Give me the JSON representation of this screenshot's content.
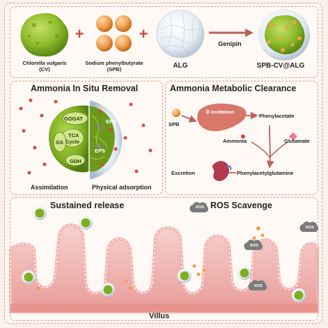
{
  "top": {
    "cv_name": "Chlorella vulgaris",
    "cv_abbr": "(CV)",
    "spb_name": "Sodium phenylbutyrate",
    "spb_abbr": "(SPB)",
    "alg": "ALG",
    "genipin": "Genipin",
    "product": "SPB-CV@ALG",
    "plus": "+"
  },
  "left_panel": {
    "title": "Ammonia In Situ Removal",
    "gogat": "GOGAT",
    "tca": "TCA",
    "cycle": "Cycle",
    "gs": "GS",
    "gdh": "GDH",
    "eps1": "EPS",
    "eps2": "EPS",
    "assimilation": "Assimilation",
    "physical": "Physical adsorption"
  },
  "right_panel": {
    "title": "Ammonia Metabolic Clearance",
    "spb": "SPB",
    "beta_oxidation": "β-oxidation",
    "phenylacetate": "Phenylacetate",
    "ammonia": "Ammonia",
    "glutamate": "Glutamate",
    "phenylacetylglutamine": "Phenylacetylglutamine",
    "excretion": "Excretion"
  },
  "bottom": {
    "sustained": "Sustained release",
    "ros_scavenge": "ROS Scavenge",
    "ros": "ROS",
    "villus": "Villus"
  },
  "colors": {
    "cv_green": "#8dbb2a",
    "spb_orange": "#f0a050",
    "border": "#d99a8a",
    "tissue": "#f3c0bd",
    "arrow": "#b8605a"
  }
}
